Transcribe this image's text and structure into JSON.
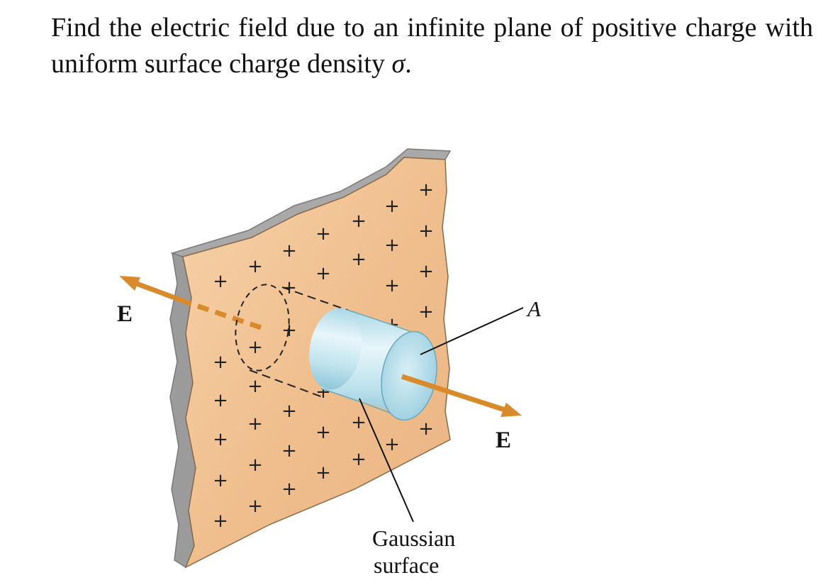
{
  "problem": {
    "text_before": "Find the electric field due to an infinite plane of positive charge with uniform surface charge density ",
    "symbol": "σ",
    "text_after": "."
  },
  "figure": {
    "charge_symbol": "+",
    "labels": {
      "field_left": "E",
      "field_right": "E",
      "area": "A",
      "gaussian_line1": "Gaussian",
      "gaussian_line2": "surface"
    },
    "colors": {
      "plane_fill": "#f2c394",
      "plane_edge": "#9a9a9a",
      "arrow": "#d98a2b",
      "cylinder": "#bfe5ef"
    }
  }
}
